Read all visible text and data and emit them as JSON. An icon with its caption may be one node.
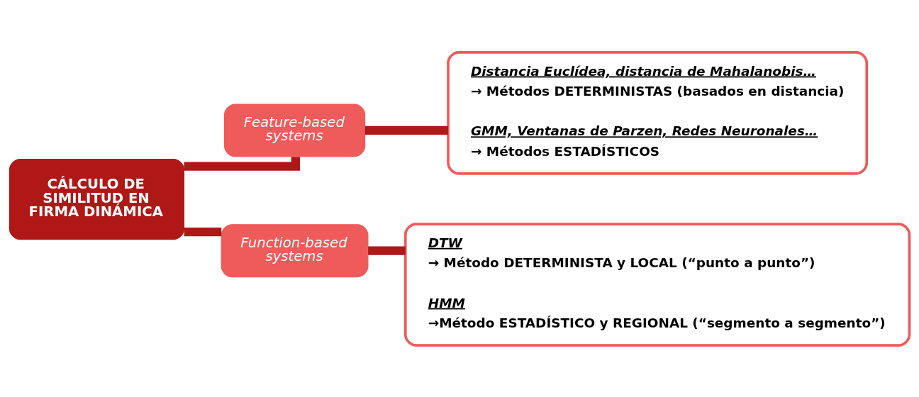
{
  "diagram": {
    "nodes": [
      {
        "text": [
          "CÁLCULO DE SIMILITUD EN FIRMA DINÁMICA"
        ]
      },
      {
        "text": [
          "Feature-based systems"
        ]
      },
      {
        "text": [
          "Distancia Euclídea, distancia de Mahalanobis…",
          "→ Métodos DETERMINISTAS (basados en distancia)",
          "GMM, Ventanas de Parzen, Redes Neuronales…",
          "→ Métodos ESTADÍSTICOS"
        ]
      },
      {
        "text": [
          "Function-based systems"
        ]
      },
      {
        "text": [
          "DTW",
          "→ Método DETERMINISTA y LOCAL (“punto a punto”)",
          "HMM",
          "→Método ESTADÍSTICO y REGIONAL (“segmento a segmento”)"
        ]
      }
    ],
    "edges": [
      {
        "from": 0,
        "to": 1,
        "arrow": "none"
      },
      {
        "from": 1,
        "to": 2,
        "arrow": "none"
      },
      {
        "from": 0,
        "to": 3,
        "arrow": "none"
      },
      {
        "from": 3,
        "to": 4,
        "arrow": "none"
      }
    ]
  }
}
